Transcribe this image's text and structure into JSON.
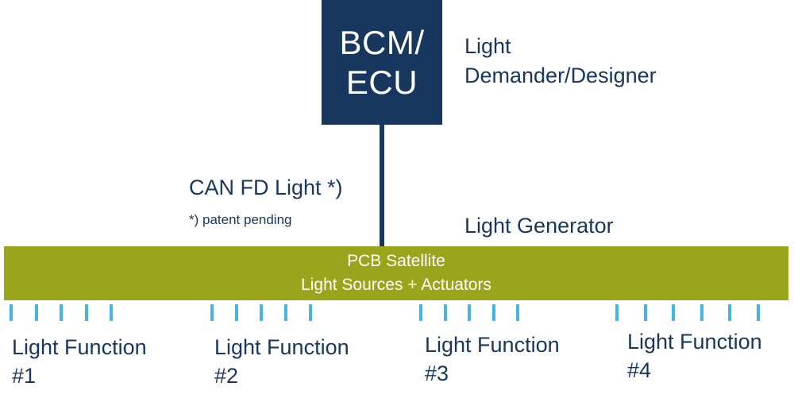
{
  "diagram": {
    "colors": {
      "navy": "#17375e",
      "green": "#9aa51b",
      "tick": "#44b6e2",
      "background": "#ffffff"
    },
    "bcm_box": {
      "line1": "BCM/",
      "line2": "ECU"
    },
    "demander_label": {
      "line1": "Light",
      "line2": "Demander/Designer"
    },
    "can_label": "CAN FD Light *)",
    "patent_note": "*) patent pending",
    "generator_label": "Light Generator",
    "bar": {
      "line1": "PCB Satellite",
      "line2": "Light Sources + Actuators"
    },
    "light_functions": [
      {
        "name": "Light Function",
        "number": "#1"
      },
      {
        "name": "Light Function",
        "number": "#2"
      },
      {
        "name": "Light Function",
        "number": "#3"
      },
      {
        "name": "Light Function",
        "number": "#4"
      }
    ],
    "tick_groups": [
      {
        "count": 5
      },
      {
        "count": 5
      },
      {
        "count": 5
      },
      {
        "count": 6
      }
    ]
  }
}
